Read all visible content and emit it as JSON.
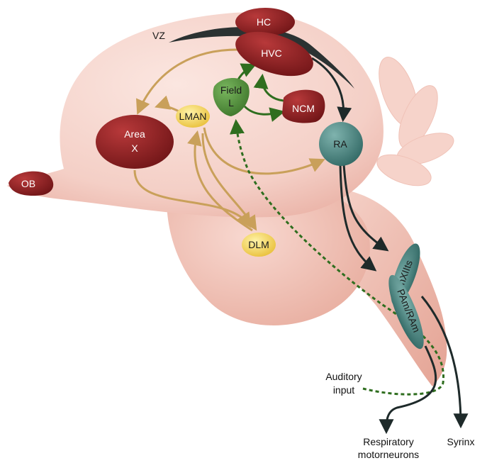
{
  "colors": {
    "brain_light": "#f9dfd8",
    "brain_mid": "#f2c6bc",
    "brain_dark": "#e9a99c",
    "nucleus_red": "#8e1e20",
    "nucleus_green": "#4f8f3a",
    "nucleus_yellow": "#f2d14a",
    "nucleus_teal": "#3f7e7a",
    "path_tan": "#c9a05a",
    "path_green": "#2f6e1f",
    "path_dark": "#1e2a2a",
    "vz_band": "#2b3232"
  },
  "labels": {
    "hc": "HC",
    "hvc": "HVC",
    "vz": "VZ",
    "field": "Field",
    "l": "L",
    "ncm": "NCM",
    "lman": "LMAN",
    "area": "Area",
    "x": "X",
    "ra": "RA",
    "ob": "OB",
    "dlm": "DLM",
    "nxiits": "nXIIts",
    "pam_ram": "PAm/RAm",
    "auditory": "Auditory",
    "input": "input",
    "respiratory": "Respiratory",
    "motorneurons": "motorneurons",
    "syrinx": "Syrinx"
  }
}
